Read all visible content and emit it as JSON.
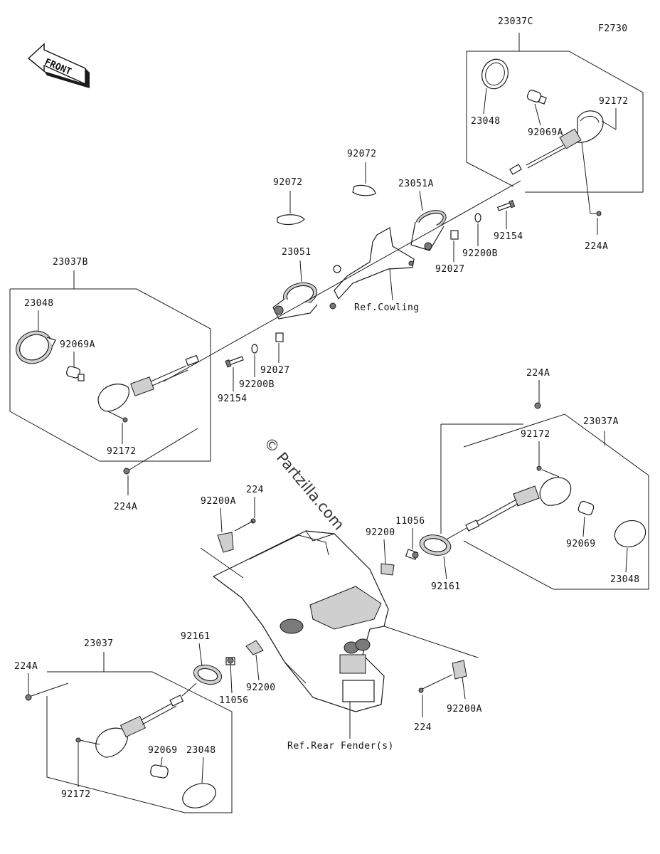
{
  "figure_code": "F2730",
  "front_label": "FRONT",
  "watermark": "© Partzilla.com",
  "refs": {
    "cowling": "Ref.Cowling",
    "rear_fender": "Ref.Rear Fender(s)"
  },
  "callouts": {
    "c23037C": "23037C",
    "c23048_tr": "23048",
    "c92069A_tr": "92069A",
    "c92172_tr": "92172",
    "c224A_tr": "224A",
    "c92072_a": "92072",
    "c92072_b": "92072",
    "c23051A": "23051A",
    "c92154_r": "92154",
    "c92200B_r": "92200B",
    "c92027_r": "92027",
    "c23051": "23051",
    "c23037B": "23037B",
    "c23048_l": "23048",
    "c92069A_l": "92069A",
    "c92027_l": "92027",
    "c92200B_l": "92200B",
    "c92154_l": "92154",
    "c92172_l": "92172",
    "c224A_l": "224A",
    "c224A_r2": "224A",
    "c23037A": "23037A",
    "c92172_r2": "92172",
    "c92069_r2": "92069",
    "c23048_r2": "23048",
    "c92200A_top": "92200A",
    "c224_top": "224",
    "c92200_top": "92200",
    "c11056_top": "11056",
    "c92161_r": "92161",
    "c23037": "23037",
    "c224A_bl": "224A",
    "c92161_bl": "92161",
    "c11056_bl": "11056",
    "c92200_bl": "92200",
    "c92069_bl": "92069",
    "c23048_bl": "23048",
    "c92172_bl": "92172",
    "c224_br": "224",
    "c92200A_br": "92200A"
  }
}
